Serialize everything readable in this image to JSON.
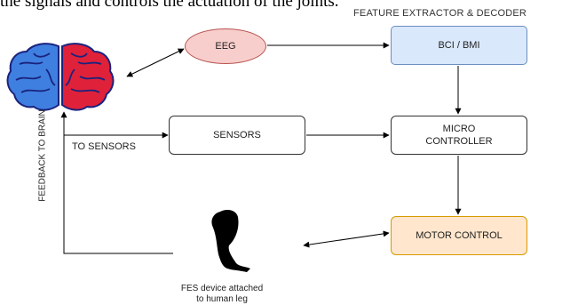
{
  "intro_text_fragment": "the signals and controls the actuation of the joints.",
  "labels": {
    "feature_extractor": "FEATURE EXTRACTOR & DECODER",
    "to_sensors": "TO SENSORS",
    "feedback_to_brain": "FEEDBACK TO BRAIN",
    "fes_caption_line1": "FES device attached",
    "fes_caption_line2": "to human leg"
  },
  "nodes": {
    "eeg": "EEG",
    "bci": "BCI / BMI",
    "sensors": "SENSORS",
    "micro_line1": "MICRO",
    "micro_line2": "CONTROLLER",
    "motor": "MOTOR CONTROL"
  },
  "colors": {
    "eeg_fill": "#f8cecc",
    "eeg_stroke": "#b85450",
    "bci_fill": "#dae8fc",
    "bci_stroke": "#6c8ebf",
    "motor_fill": "#ffe6cc",
    "motor_stroke": "#d79b00",
    "brain_left": "#3f7fe0",
    "brain_right": "#e0213a",
    "brain_outline": "#1a237e",
    "leg": "#000000"
  },
  "icons": {
    "brain": "brain-icon",
    "leg": "leg-silhouette-icon"
  }
}
